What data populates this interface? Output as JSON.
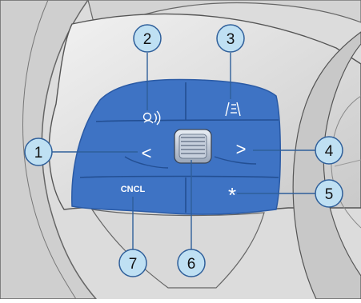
{
  "figure": {
    "background_color": "#dcdcdc",
    "button_color": "#3e73c4",
    "button_edge_color": "#2a5aa5",
    "callout_fill": "#bfe0f3",
    "callout_stroke": "#2f5f9a"
  },
  "buttons": {
    "cancel_label": "CNCL",
    "prev_glyph": "<",
    "next_glyph": ">",
    "star_glyph": "*"
  },
  "icons": {
    "safety_assist": "driver-assist-icon",
    "lane_keep": "lane-keeping-icon",
    "scroll_wheel": "scroll-wheel-icon"
  },
  "callouts": [
    {
      "number": "1"
    },
    {
      "number": "2"
    },
    {
      "number": "3"
    },
    {
      "number": "4"
    },
    {
      "number": "5"
    },
    {
      "number": "6"
    },
    {
      "number": "7"
    }
  ]
}
